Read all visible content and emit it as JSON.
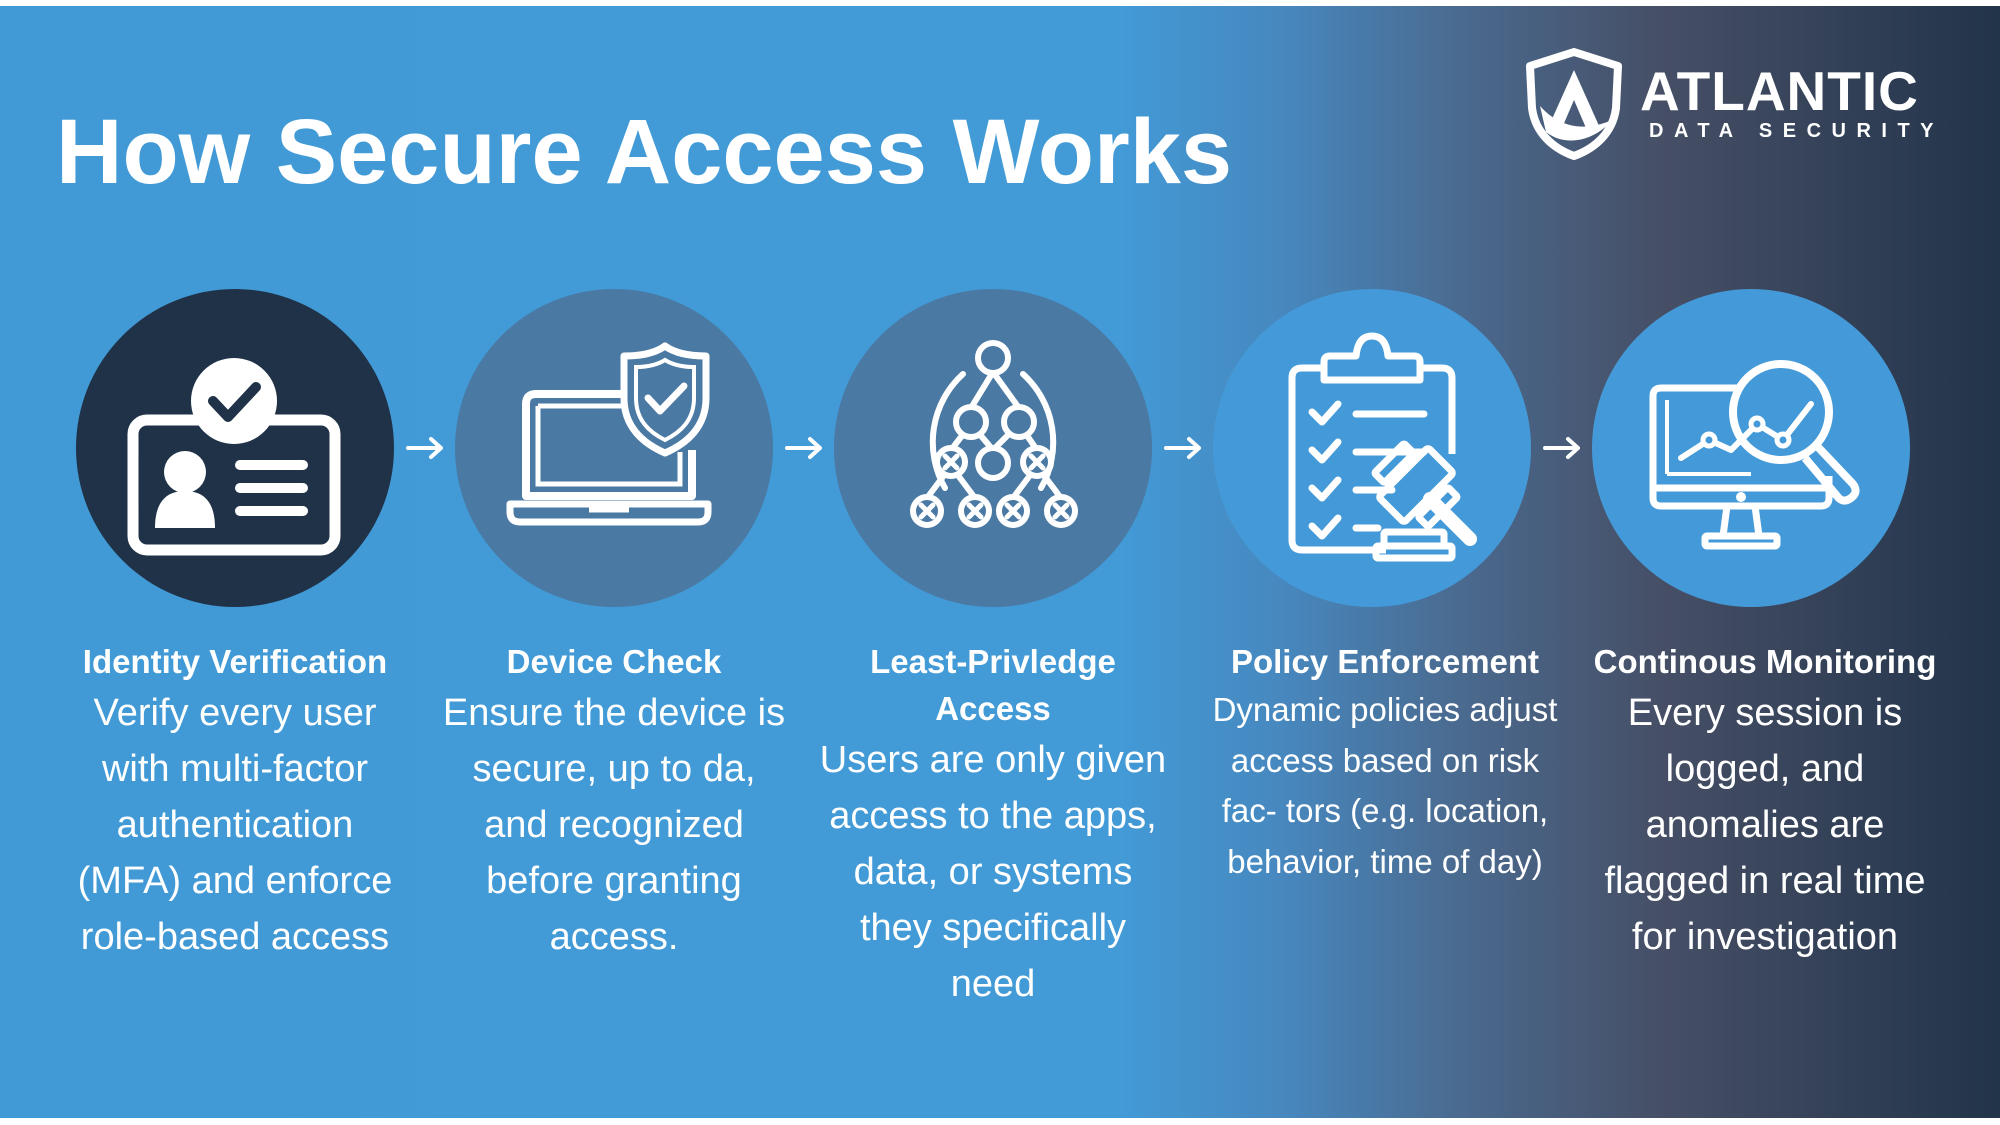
{
  "page": {
    "title": "How Secure Access Works"
  },
  "brand": {
    "name": "ATLANTIC",
    "tagline": "DATA SECURITY",
    "logo_icon": "shield-logo-icon"
  },
  "colors": {
    "background_left": "#419ad6",
    "background_right": "#22344a",
    "circle_dark": "#1f3247",
    "circle_medium": "#4a79a3",
    "circle_light": "#449ad8",
    "text": "#ffffff"
  },
  "flow_connector": "arrow-right-icon",
  "steps": [
    {
      "title": "Identity Verification",
      "description": "Verify every user with multi-factor authentication (MFA) and enforce role-based access",
      "icon": "id-card-check-icon"
    },
    {
      "title": "Device Check",
      "description": "Ensure the device is secure, up to da, and recognized before granting access.",
      "icon": "laptop-shield-icon"
    },
    {
      "title": "Least-Privledge Access",
      "description": "Users are only given access to the apps, data, or systems they specifically need",
      "icon": "access-tree-icon"
    },
    {
      "title": "Policy Enforcement",
      "description": "Dynamic policies adjust access based on risk fac- tors (e.g. location, behavior, time of day)",
      "icon": "clipboard-gavel-icon"
    },
    {
      "title": "Continous Monitoring",
      "description": "Every session is logged, and anomalies are flagged in real time for investigation",
      "icon": "monitor-magnifier-icon"
    }
  ]
}
